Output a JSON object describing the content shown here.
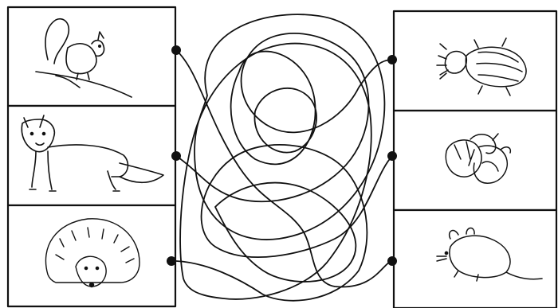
{
  "worksheet": {
    "left_panels": [
      {
        "animal": "squirrel",
        "icon": "squirrel-icon"
      },
      {
        "animal": "fox",
        "icon": "fox-icon"
      },
      {
        "animal": "hedgehog",
        "icon": "hedgehog-icon"
      }
    ],
    "right_panels": [
      {
        "animal": "beetle",
        "icon": "beetle-icon"
      },
      {
        "animal": "nuts",
        "icon": "nuts-icon"
      },
      {
        "animal": "mouse",
        "icon": "mouse-icon"
      }
    ],
    "colors": {
      "ink": "#111111",
      "paper": "#ffffff"
    }
  }
}
